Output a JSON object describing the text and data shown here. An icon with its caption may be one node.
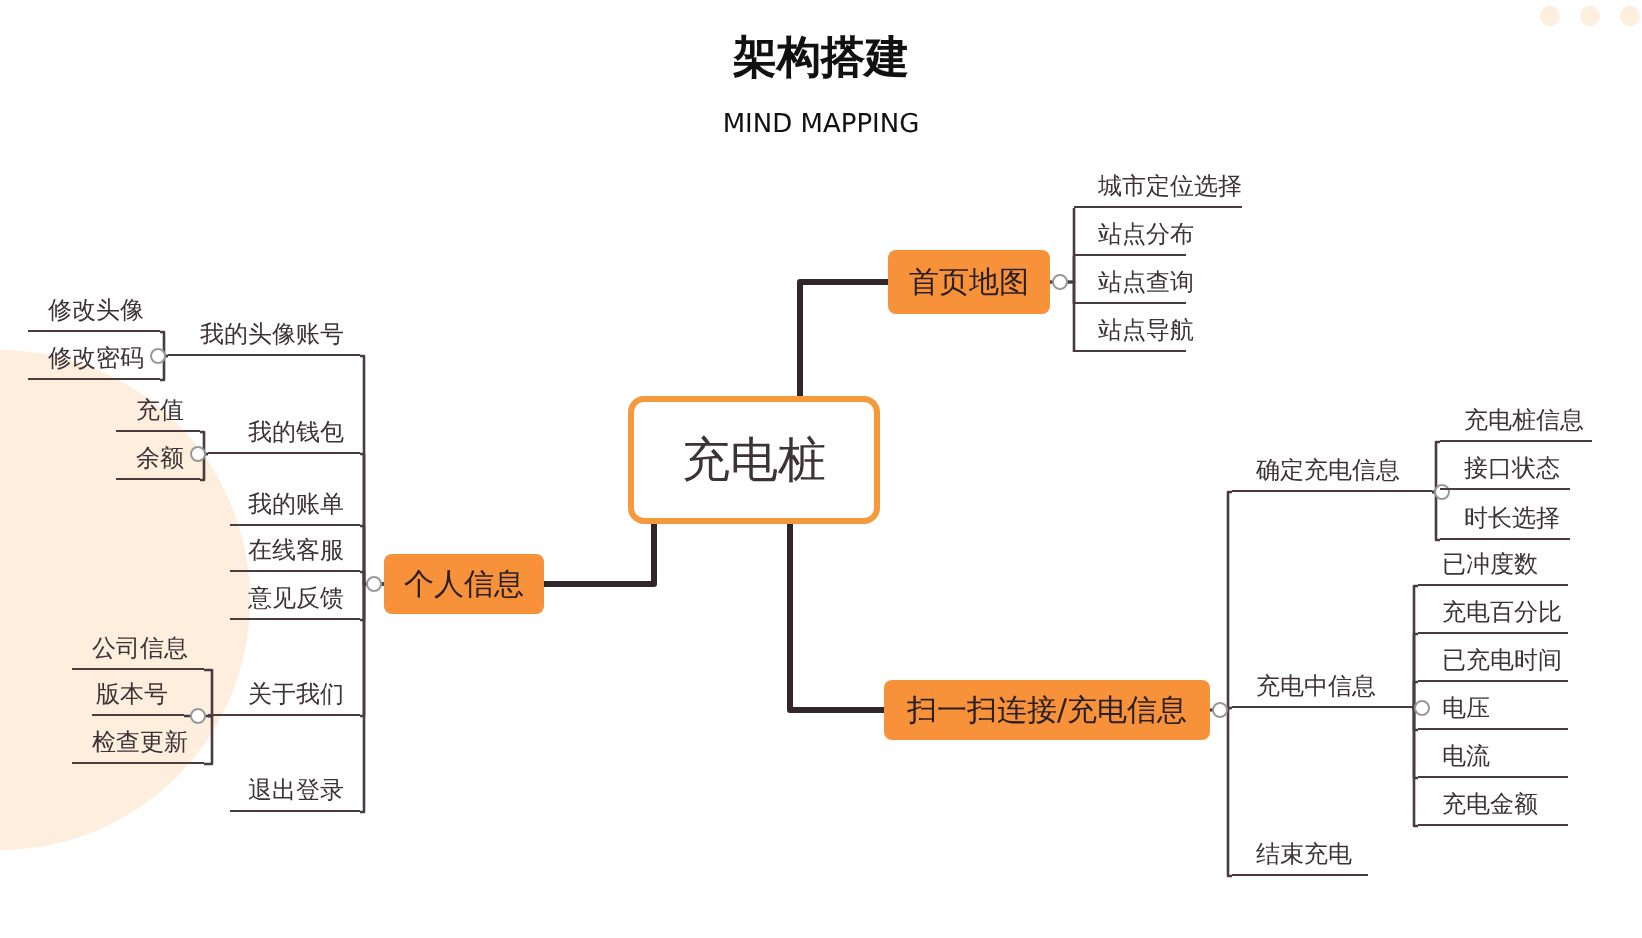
{
  "diagram": {
    "title": "架构搭建",
    "nodes": [
      {
        "text": [
          "充电桩"
        ]
      },
      {
        "text": [
          "首页地图"
        ]
      },
      {
        "text": [
          "城市定位选择"
        ]
      },
      {
        "text": [
          "站点分布"
        ]
      },
      {
        "text": [
          "站点查询"
        ]
      },
      {
        "text": [
          "站点导航"
        ]
      },
      {
        "text": [
          "个人信息"
        ]
      },
      {
        "text": [
          "我的头像账号"
        ]
      },
      {
        "text": [
          "修改头像"
        ]
      },
      {
        "text": [
          "修改密码"
        ]
      },
      {
        "text": [
          "我的钱包"
        ]
      },
      {
        "text": [
          "充值"
        ]
      },
      {
        "text": [
          "余额"
        ]
      },
      {
        "text": [
          "我的账单"
        ]
      },
      {
        "text": [
          "在线客服"
        ]
      },
      {
        "text": [
          "意见反馈"
        ]
      },
      {
        "text": [
          "关于我们"
        ]
      },
      {
        "text": [
          "公司信息"
        ]
      },
      {
        "text": [
          "版本号"
        ]
      },
      {
        "text": [
          "检查更新"
        ]
      },
      {
        "text": [
          "退出登录"
        ]
      },
      {
        "text": [
          "扫一扫连接/充电信息"
        ]
      },
      {
        "text": [
          "确定充电信息"
        ]
      },
      {
        "text": [
          "充电桩信息"
        ]
      },
      {
        "text": [
          "接口状态"
        ]
      },
      {
        "text": [
          "时长选择"
        ]
      },
      {
        "text": [
          "充电中信息"
        ]
      },
      {
        "text": [
          "已冲度数"
        ]
      },
      {
        "text": [
          "充电百分比"
        ]
      },
      {
        "text": [
          "已充电时间"
        ]
      },
      {
        "text": [
          "电压"
        ]
      },
      {
        "text": [
          "电流"
        ]
      },
      {
        "text": [
          "充电金额"
        ]
      },
      {
        "text": [
          "结束充电"
        ]
      }
    ],
    "edges": [
      {
        "from": 0,
        "to": 1,
        "arrow": "none",
        "style": "thick"
      },
      {
        "from": 1,
        "to": 2,
        "arrow": "none"
      },
      {
        "from": 1,
        "to": 3,
        "arrow": "none"
      },
      {
        "from": 1,
        "to": 4,
        "arrow": "none"
      },
      {
        "from": 1,
        "to": 5,
        "arrow": "none"
      },
      {
        "from": 0,
        "to": 6,
        "arrow": "none",
        "style": "thick"
      },
      {
        "from": 6,
        "to": 7,
        "arrow": "none"
      },
      {
        "from": 7,
        "to": 8,
        "arrow": "none"
      },
      {
        "from": 7,
        "to": 9,
        "arrow": "none"
      },
      {
        "from": 6,
        "to": 10,
        "arrow": "none"
      },
      {
        "from": 10,
        "to": 11,
        "arrow": "none"
      },
      {
        "from": 10,
        "to": 12,
        "arrow": "none"
      },
      {
        "from": 6,
        "to": 13,
        "arrow": "none"
      },
      {
        "from": 6,
        "to": 14,
        "arrow": "none"
      },
      {
        "from": 6,
        "to": 15,
        "arrow": "none"
      },
      {
        "from": 6,
        "to": 16,
        "arrow": "none"
      },
      {
        "from": 16,
        "to": 17,
        "arrow": "none"
      },
      {
        "from": 16,
        "to": 18,
        "arrow": "none"
      },
      {
        "from": 16,
        "to": 19,
        "arrow": "none"
      },
      {
        "from": 6,
        "to": 20,
        "arrow": "none"
      },
      {
        "from": 0,
        "to": 21,
        "arrow": "none",
        "style": "thick"
      },
      {
        "from": 21,
        "to": 22,
        "arrow": "none"
      },
      {
        "from": 22,
        "to": 23,
        "arrow": "none"
      },
      {
        "from": 22,
        "to": 24,
        "arrow": "none"
      },
      {
        "from": 22,
        "to": 25,
        "arrow": "none"
      },
      {
        "from": 21,
        "to": 26,
        "arrow": "none"
      },
      {
        "from": 26,
        "to": 27,
        "arrow": "none"
      },
      {
        "from": 26,
        "to": 28,
        "arrow": "none"
      },
      {
        "from": 26,
        "to": 29,
        "arrow": "none"
      },
      {
        "from": 26,
        "to": 30,
        "arrow": "none"
      },
      {
        "from": 26,
        "to": 31,
        "arrow": "none"
      },
      {
        "from": 26,
        "to": 32,
        "arrow": "none"
      },
      {
        "from": 21,
        "to": 33,
        "arrow": "none"
      }
    ],
    "labels": [
      "MIND MAPPING"
    ]
  }
}
